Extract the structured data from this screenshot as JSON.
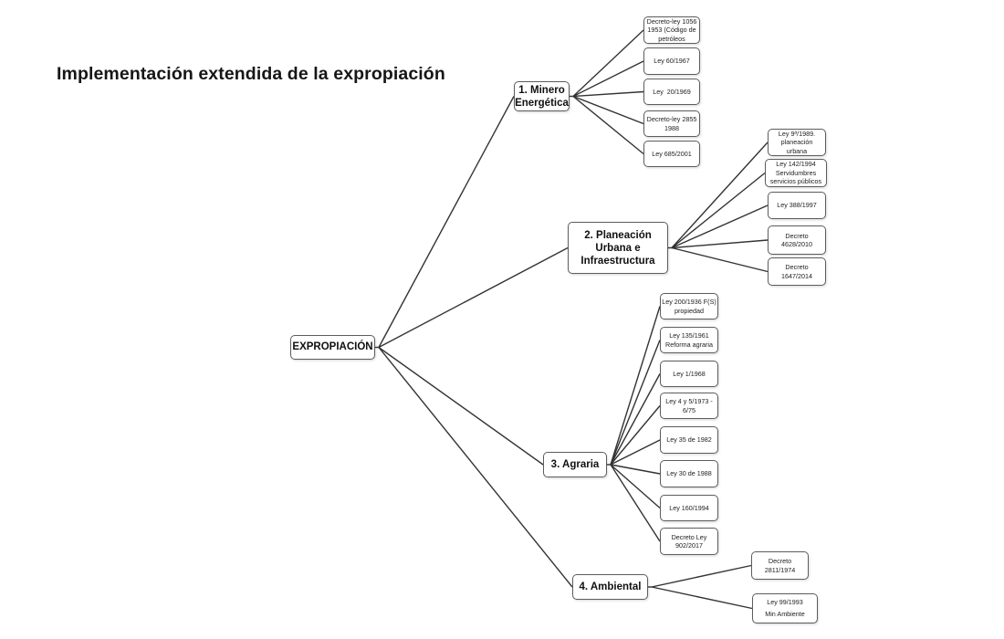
{
  "page_title": "Implementación extendida de la expropiación",
  "diagram": {
    "root": {
      "lines": [
        "EXPROPIACIÓN"
      ]
    },
    "branches": [
      {
        "lines": [
          "1. Minero",
          "Energética"
        ],
        "children": [
          {
            "lines": [
              "Decreto-ley 1056",
              "1953 (Código de",
              "petróleos"
            ]
          },
          {
            "lines": [
              "Ley 60/1967"
            ]
          },
          {
            "lines": [
              "Ley  20/1969"
            ]
          },
          {
            "lines": [
              "Decreto-ley 2855",
              "1988"
            ]
          },
          {
            "lines": [
              "Ley 685/2001"
            ]
          }
        ]
      },
      {
        "lines": [
          "2. Planeación",
          "Urbana e",
          "Infraestructura"
        ],
        "children": [
          {
            "lines": [
              "Ley 9ª/1989.",
              "planeación",
              "urbana"
            ]
          },
          {
            "lines": [
              "Ley 142/1994",
              "Servidumbres",
              "servicios públicos"
            ]
          },
          {
            "lines": [
              "Ley 388/1997"
            ]
          },
          {
            "lines": [
              "Decreto",
              "4628/2010"
            ]
          },
          {
            "lines": [
              "Decreto",
              "1647/2014"
            ]
          }
        ]
      },
      {
        "lines": [
          "3. Agraria"
        ],
        "children": [
          {
            "lines": [
              "Ley 200/1936 F(S)",
              "propiedad"
            ]
          },
          {
            "lines": [
              "Ley 135/1961",
              "Reforma agraria"
            ]
          },
          {
            "lines": [
              "Ley 1/1968"
            ]
          },
          {
            "lines": [
              "Ley 4 y 5/1973 -",
              "6/75"
            ]
          },
          {
            "lines": [
              "Ley 35 de 1982"
            ]
          },
          {
            "lines": [
              "Ley 30 de 1988"
            ]
          },
          {
            "lines": [
              "Ley 160/1994"
            ]
          },
          {
            "lines": [
              "Decreto Ley",
              "902/2017"
            ]
          }
        ]
      },
      {
        "lines": [
          "4. Ambiental"
        ],
        "children": [
          {
            "lines": [
              "Decreto",
              "2811/1974"
            ]
          },
          {
            "lines": [
              "Ley 99/1993",
              "Min Ambiente"
            ]
          }
        ]
      }
    ]
  },
  "colors": {
    "line": "#333333",
    "box_border": "#5c5c5c",
    "text": "#101010",
    "background": "#ffffff"
  }
}
